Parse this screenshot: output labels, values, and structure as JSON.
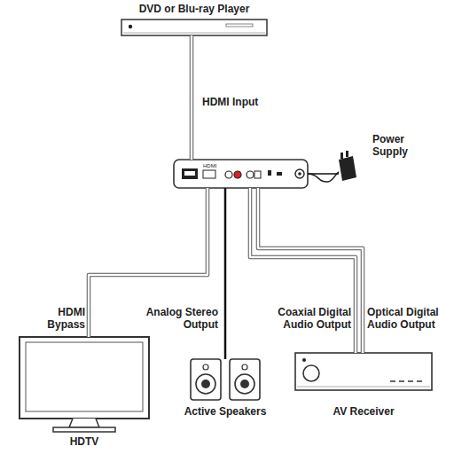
{
  "diagram": {
    "nodes": [
      {
        "text": [
          "DVD or Blu-ray Player"
        ]
      },
      {
        "text": [
          "HDMI"
        ]
      },
      {
        "text": [
          "Power Supply"
        ]
      },
      {
        "text": [
          "HDTV"
        ]
      },
      {
        "text": [
          "Active Speakers"
        ]
      },
      {
        "text": [
          "AV Receiver"
        ]
      }
    ],
    "edges": [
      {
        "from": 0,
        "to": 1,
        "label": "HDMI Input",
        "arrow": "none"
      },
      {
        "from": 1,
        "to": 2,
        "arrow": "none"
      },
      {
        "from": 1,
        "to": 3,
        "label": "HDMI Bypass",
        "arrow": "none"
      },
      {
        "from": 1,
        "to": 4,
        "label": "Analog Stereo Output",
        "arrow": "none"
      },
      {
        "from": 1,
        "to": 5,
        "label": "Coaxial Digital Audio Output",
        "arrow": "none"
      },
      {
        "from": 1,
        "to": 5,
        "label": "Optical Digital Audio Output",
        "arrow": "none"
      }
    ]
  }
}
